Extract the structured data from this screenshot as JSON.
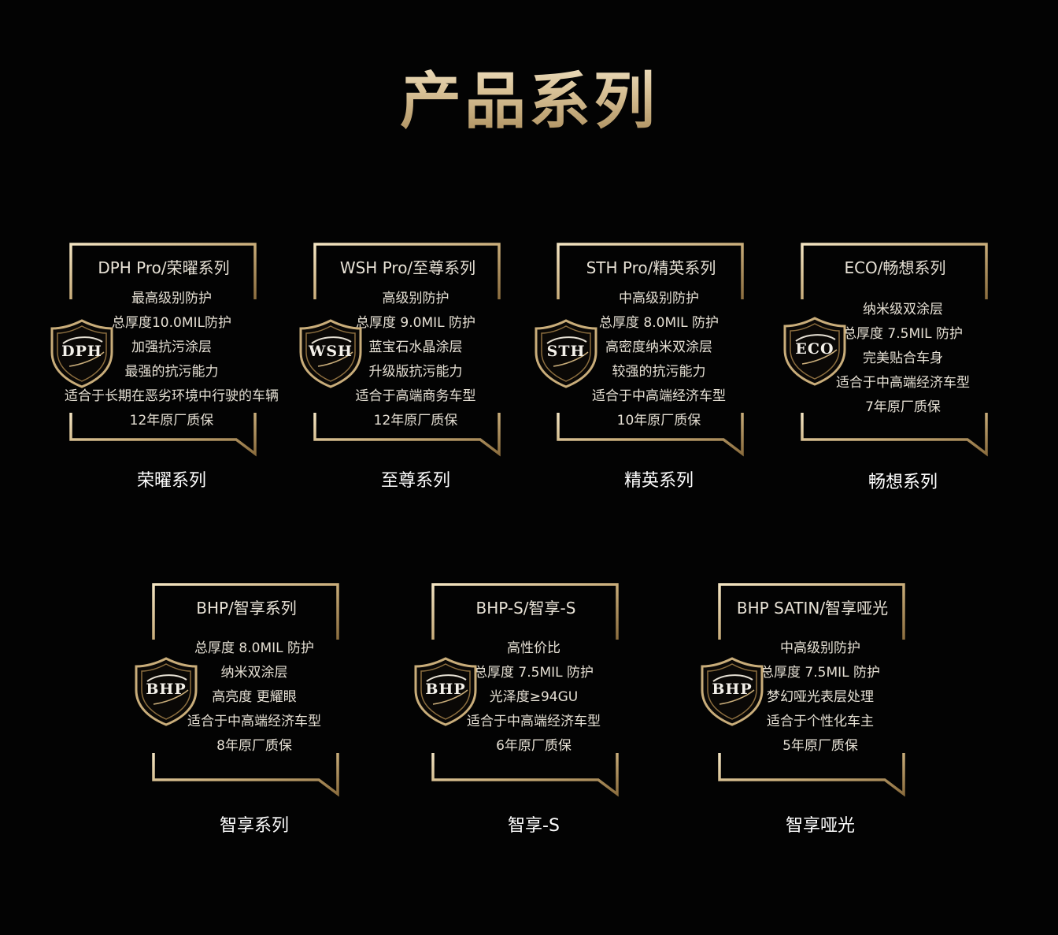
{
  "page": {
    "title": "产品系列",
    "accent_color": "#c9ad7a",
    "background_color": "#030303"
  },
  "products": [
    {
      "title": "DPH Pro/荣曜系列",
      "badge": "DPH",
      "features": [
        "最高级别防护",
        "总厚度10.0MIL防护",
        "加强抗污涂层",
        "最强的抗污能力",
        "适合于长期在恶劣环境中行驶的车辆",
        "12年原厂质保"
      ],
      "name": "荣曜系列"
    },
    {
      "title": "WSH Pro/至尊系列",
      "badge": "WSH",
      "features": [
        "高级别防护",
        "总厚度 9.0MIL 防护",
        "蓝宝石水晶涂层",
        "升级版抗污能力",
        "适合于高端商务车型",
        "12年原厂质保"
      ],
      "name": "至尊系列"
    },
    {
      "title": "STH Pro/精英系列",
      "badge": "STH",
      "features": [
        "中高级别防护",
        "总厚度 8.0MIL 防护",
        "高密度纳米双涂层",
        "较强的抗污能力",
        "适合于中高端经济车型",
        "10年原厂质保"
      ],
      "name": "精英系列"
    },
    {
      "title": "ECO/畅想系列",
      "badge": "ECO",
      "features": [
        "纳米级双涂层",
        "总厚度 7.5MIL 防护",
        "完美贴合车身",
        "适合于中高端经济车型",
        "7年原厂质保"
      ],
      "name": "畅想系列"
    },
    {
      "title": "BHP/智享系列",
      "badge": "BHP",
      "features": [
        "总厚度 8.0MIL 防护",
        "纳米双涂层",
        "高亮度  更耀眼",
        "适合于中高端经济车型",
        "8年原厂质保"
      ],
      "name": "智享系列"
    },
    {
      "title": "BHP-S/智享-S",
      "badge": "BHP",
      "features": [
        "高性价比",
        "总厚度 7.5MIL 防护",
        "光泽度≥94GU",
        "适合于中高端经济车型",
        "6年原厂质保"
      ],
      "name": "智享-S"
    },
    {
      "title": "BHP SATIN/智享哑光",
      "badge": "BHP",
      "features": [
        "中高级别防护",
        "总厚度 7.5MIL 防护",
        "梦幻哑光表层处理",
        "适合于个性化车主",
        "5年原厂质保"
      ],
      "name": "智享哑光"
    }
  ]
}
